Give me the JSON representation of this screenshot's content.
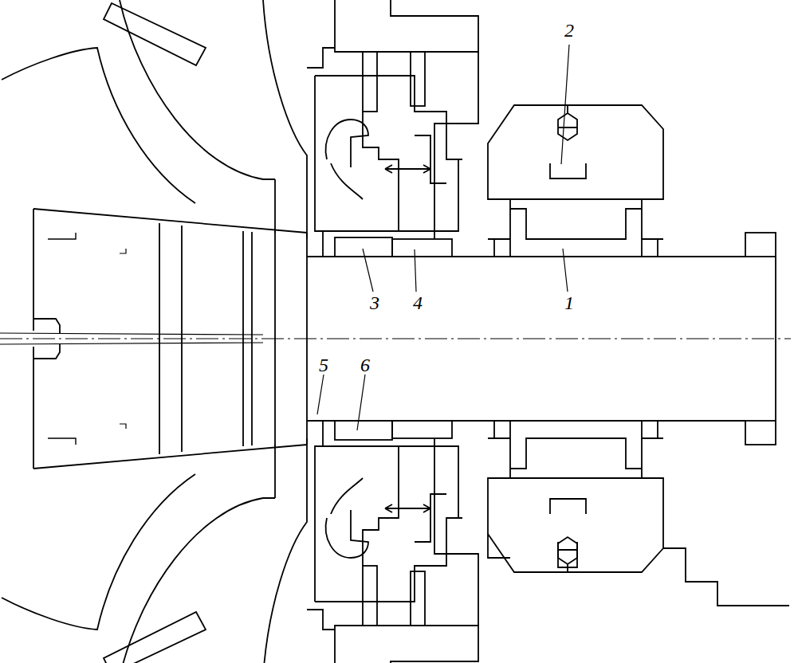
{
  "diagram": {
    "labels": [
      "2",
      "3",
      "4",
      "1",
      "5",
      "6"
    ]
  }
}
